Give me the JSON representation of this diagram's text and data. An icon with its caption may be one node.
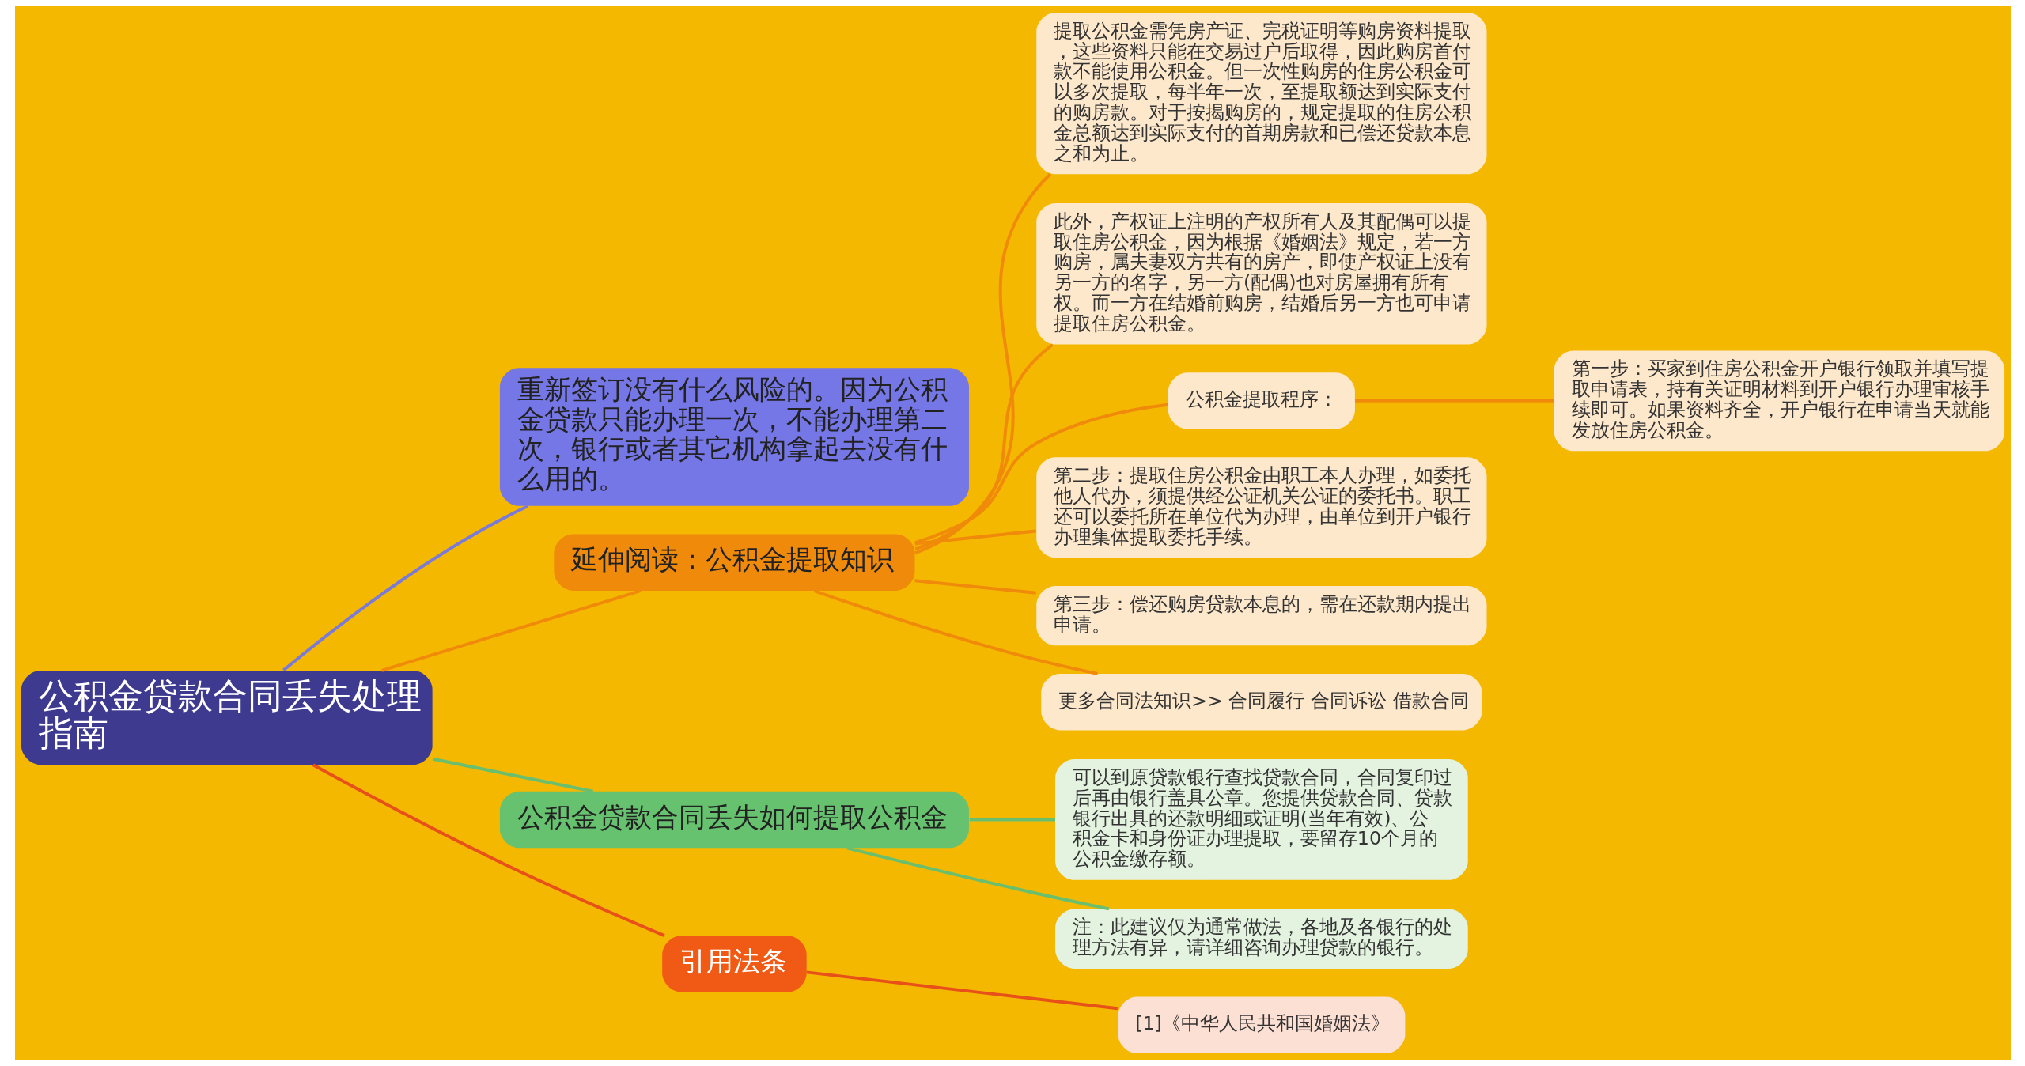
{
  "diagram": {
    "nodes": [
      {
        "text": [
          "公积金贷款合同丢失处理指南"
        ]
      },
      {
        "text": [
          "重新签订没有什么风险的。因为公积金贷款只能办理一次，不能办理第二次，银行或者其它机构拿起去没有什么用的。"
        ]
      },
      {
        "text": [
          "延伸阅读：公积金提取知识"
        ]
      },
      {
        "text": [
          "提取公积金需凭房产证、完税证明等购房资料提取，这些资料只能在交易过户后取得，因此购房首付款不能使用公积金。但一次性购房的住房公积金可以多次提取，每半年一次，至提取额达到实际支付的购房款。对于按揭购房的，规定提取的住房公积金总额达到实际支付的首期房款和已偿还贷款本息之和为止。"
        ]
      },
      {
        "text": [
          "此外，产权证上注明的产权所有人及其配偶可以提取住房公积金，因为根据《婚姻法》规定，若一方购房，属夫妻双方共有的房产，即使产权证上没有另一方的名字，另一方(配偶)也对房屋拥有所有权。而一方在结婚前购房，结婚后另一方也可申请提取住房公积金。"
        ]
      },
      {
        "text": [
          "公积金提取程序："
        ]
      },
      {
        "text": [
          "第一步：买家到住房公积金开户银行领取并填写提取申请表，持有关证明材料到开户银行办理审核手续即可。如果资料齐全，开户银行在申请当天就能发放住房公积金。"
        ]
      },
      {
        "text": [
          "第二步：提取住房公积金由职工本人办理，如委托他人代办，须提供经公证机关公证的委托书。职工还可以委托所在单位代为办理，由单位到开户银行办理集体提取委托手续。"
        ]
      },
      {
        "text": [
          "第三步：偿还购房贷款本息的，需在还款期内提出申请。"
        ]
      },
      {
        "text": [
          "更多合同法知识>> 合同履行 合同诉讼 借款合同"
        ]
      },
      {
        "text": [
          "公积金贷款合同丢失如何提取公积金"
        ]
      },
      {
        "text": [
          "可以到原贷款银行查找贷款合同，合同复印过后再由银行盖具公章。您提供贷款合同、贷款银行出具的还款明细或证明(当年有效)、公积金卡和身份证办理提取，要留存10个月的公积金缴存额。"
        ]
      },
      {
        "text": [
          "注：此建议仅为通常做法，各地及各银行的处理方法有异，请详细咨询办理贷款的银行。"
        ]
      },
      {
        "text": [
          "引用法条"
        ]
      },
      {
        "text": [
          "[1]《中华人民共和国婚姻法》"
        ]
      }
    ],
    "edges": [
      {
        "from": 0,
        "to": 1,
        "arrow": "none",
        "color": "#7a7ad8"
      },
      {
        "from": 0,
        "to": 2,
        "arrow": "none"
      },
      {
        "from": 2,
        "to": 3,
        "arrow": "none"
      },
      {
        "from": 2,
        "to": 4,
        "arrow": "none"
      },
      {
        "from": 2,
        "to": 5,
        "arrow": "none"
      },
      {
        "from": 5,
        "to": 6,
        "arrow": "none"
      },
      {
        "from": 2,
        "to": 7,
        "arrow": "none"
      },
      {
        "from": 2,
        "to": 8,
        "arrow": "none"
      },
      {
        "from": 2,
        "to": 9,
        "arrow": "none"
      },
      {
        "from": 0,
        "to": 10,
        "arrow": "none",
        "color": "#6abf6e"
      },
      {
        "from": 10,
        "to": 11,
        "arrow": "none",
        "color": "#6abf6e"
      },
      {
        "from": 10,
        "to": 12,
        "arrow": "none",
        "color": "#6abf6e"
      },
      {
        "from": 0,
        "to": 13,
        "arrow": "none",
        "color": "#e8501a"
      },
      {
        "from": 13,
        "to": 14,
        "arrow": "none",
        "color": "#e8501a"
      }
    ]
  }
}
